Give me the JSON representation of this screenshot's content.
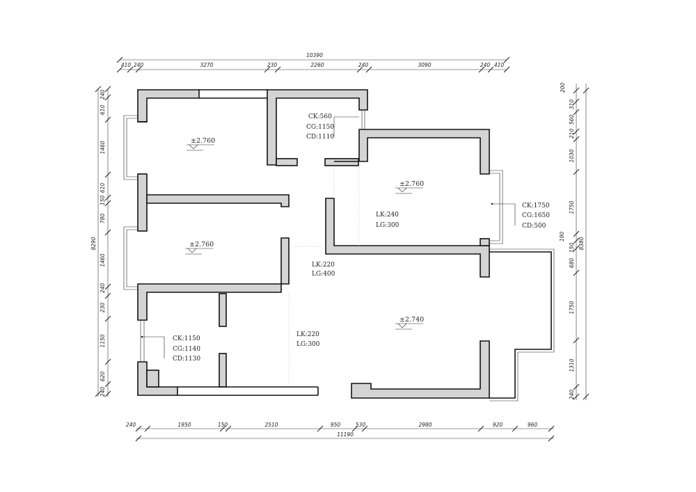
{
  "dimensions": {
    "top_total": "10390",
    "top": [
      "410",
      "240",
      "3270",
      "230",
      "2260",
      "240",
      "3090",
      "240",
      "410"
    ],
    "bottom_total": "11190",
    "bottom": [
      "240",
      "1950",
      "150",
      "2510",
      "950",
      "530",
      "2980",
      "920",
      "960"
    ],
    "left_total": "8290",
    "left": [
      "240",
      "610",
      "1460",
      "610",
      "150",
      "780",
      "1460",
      "240",
      "230",
      "1150",
      "620",
      "240"
    ],
    "right_total": "8380",
    "right": [
      "200",
      "310",
      "560",
      "210",
      "1030",
      "1750",
      "190",
      "150",
      "680",
      "1750",
      "1310",
      "240"
    ]
  },
  "levels": {
    "room1": "±2.760",
    "room2": "±2.760",
    "room3": "±2.760",
    "living": "±2.740"
  },
  "annotations": {
    "bath_window": [
      "CK:560",
      "CG:1150",
      "CD:1110"
    ],
    "right_window": [
      "CK:1750",
      "CG:1650",
      "CD:500"
    ],
    "left_window": [
      "CK:1150",
      "CG:1140",
      "CD:1130"
    ],
    "door_bedroom": [
      "LK:240",
      "LG:300"
    ],
    "door_hall": [
      "LK:220",
      "LG:400"
    ],
    "door_dining": [
      "LK:220",
      "LG:300"
    ]
  }
}
